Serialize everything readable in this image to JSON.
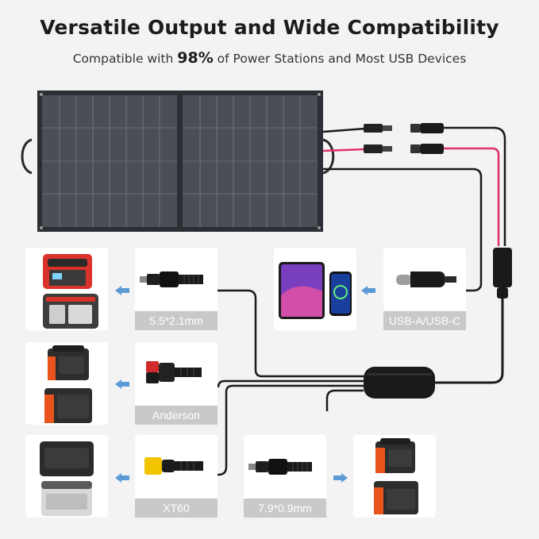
{
  "header": {
    "title": "Versatile Output and Wide Compatibility",
    "subtitle_pre": "Compatible with ",
    "subtitle_highlight": "98%",
    "subtitle_post": " of Power Stations and Most USB Devices"
  },
  "connectors": [
    {
      "id": "dc5521",
      "label": "5.5*2.1mm"
    },
    {
      "id": "usb",
      "label": "USB-A/USB-C"
    },
    {
      "id": "anderson",
      "label": "Anderson"
    },
    {
      "id": "xt60",
      "label": "XT60"
    },
    {
      "id": "dc7909",
      "label": "7.9*0.9mm"
    }
  ],
  "colors": {
    "background": "#f3f3f4",
    "label_bar": "#c9c9cb",
    "arrow": "#5b9bd5",
    "cable_black": "#1b1b1b",
    "cable_red": "#e0306a",
    "panel": "#2b2e33",
    "station_orange": "#e8541c",
    "station_red": "#d9322b"
  },
  "icons": [
    "solar-panel",
    "mc4-connector",
    "y-splitter",
    "dc-barrel-plug",
    "anderson-plug",
    "xt60-plug",
    "usb-c-plug",
    "tablet",
    "phone",
    "power-station",
    "arrow-left",
    "arrow-right"
  ]
}
